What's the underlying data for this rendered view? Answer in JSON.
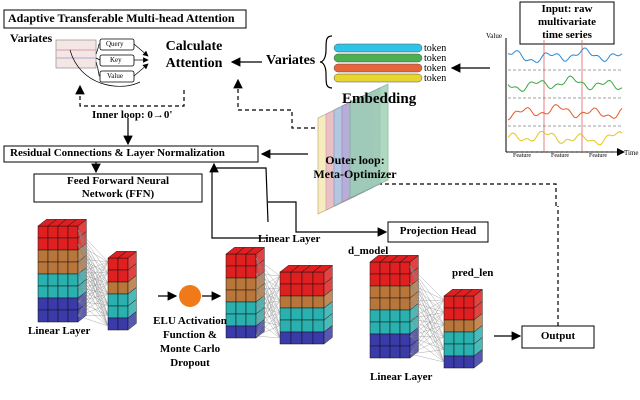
{
  "attention": {
    "title": "Adaptive Transferable Multi-head Attention",
    "variates": "Variates",
    "query": "Query",
    "key": "Key",
    "value": "Value",
    "calculate": "Calculate",
    "attention": "Attention",
    "inner_loop": "Inner loop: 0→0'"
  },
  "embedding": {
    "variates": "Variates",
    "token_label": "token",
    "tokens": [
      "token",
      "token",
      "token",
      "token"
    ],
    "title": "Embedding",
    "token_colors": [
      "#2ec4e8",
      "#4caf50",
      "#e8643a",
      "#e8d52e"
    ]
  },
  "input": {
    "title_line1": "Input: raw",
    "title_line2": "multivariate",
    "title_line3": "time series",
    "value_axis": "Value",
    "time_axis": "Time",
    "features": [
      "Feature",
      "Feature",
      "Feature"
    ],
    "series_colors": [
      "#2a8ad4",
      "#3aa845",
      "#e65a28",
      "#e6c51c"
    ]
  },
  "residual": "Residual Connections & Layer Normalization",
  "ffn": {
    "line1": "Feed Forward Neural",
    "line2": "Network (FFN)"
  },
  "outer_loop": {
    "line1": "Outer loop:",
    "line2": "Meta-Optimizer"
  },
  "linear_layer_top": "Linear Layer",
  "projection_head": "Projection Head",
  "d_model": "d_model",
  "pred_len": "pred_len",
  "linear_layer_left": "Linear Layer",
  "elu": {
    "line1": "ELU Activation",
    "line2": "Function &",
    "line3": "Monte Carlo",
    "line4": "Dropout"
  },
  "linear_layer_right": "Linear Layer",
  "output": "Output",
  "block_colors": [
    "#e02020",
    "#b8763a",
    "#2ab0ae",
    "#3a3aa8"
  ],
  "neuron_color": "#f07a1a"
}
